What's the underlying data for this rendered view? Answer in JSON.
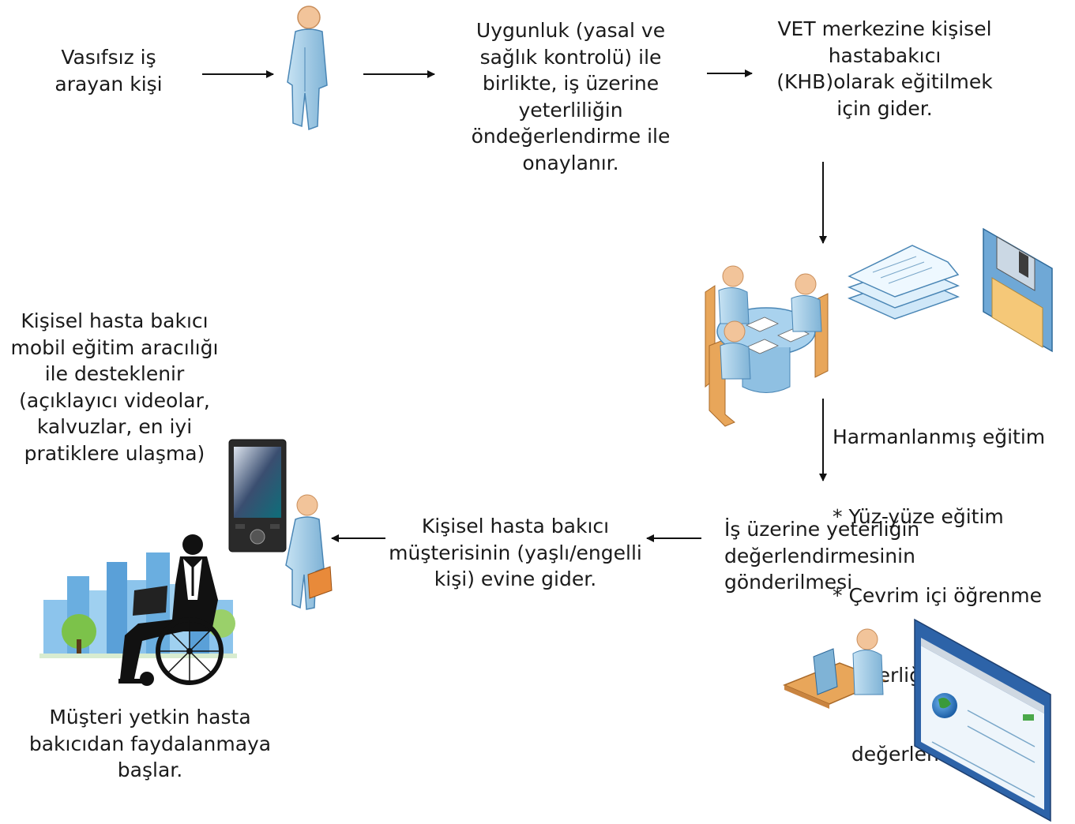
{
  "steps": {
    "job_seeker": {
      "lines": [
        "Vasıfsız iş",
        "arayan kişi"
      ]
    },
    "eligibility": {
      "lines": [
        "Uygunluk (yasal ve",
        "sağlık kontrolü) ile",
        "birlikte, iş üzerine",
        "yeterliliğin",
        "öndeğerlendirme ile",
        "onaylanır."
      ]
    },
    "vet_center": {
      "lines": [
        "VET merkezine kişisel",
        "hastabakıcı",
        "(KHB)olarak eğitilmek",
        "için gider."
      ]
    },
    "blended": {
      "lines": [
        "Harmanlanmış eğitim",
        "* Yüz-yüze eğitim",
        "* Çevrim içi öğrenme",
        "* Yeterliğin kendi-",
        "   değerlendirmesi"
      ]
    },
    "submission": {
      "lines": [
        "İş üzerine yeterliğin",
        "değerlendirmesinin",
        "gönderilmesi"
      ]
    },
    "goes_home": {
      "lines": [
        "Kişisel hasta bakıcı",
        "müşterisinin (yaşlı/engelli",
        "kişi) evine gider."
      ]
    },
    "mobile_support": {
      "lines": [
        "Kişisel hasta bakıcı",
        "mobil eğitim aracılığı",
        "ile desteklenir",
        "(açıklayıcı videolar,",
        "kalvuzlar, en iyi",
        "pratiklere ulaşma)"
      ]
    },
    "benefit": {
      "lines": [
        "Müşteri yetkin hasta",
        "bakıcıdan faydalanmaya",
        "başlar."
      ]
    }
  },
  "icons": [
    "person-icon",
    "meeting-table-icon",
    "documents-icon",
    "floppy-disk-icon",
    "computer-user-icon",
    "web-browser-icon",
    "smartphone-icon",
    "caregiver-briefcase-icon",
    "wheelchair-user-city-icon"
  ],
  "colors": {
    "figure_fill": "#9ec9e3",
    "figure_stroke": "#4a86b5",
    "skin": "#f2c49a",
    "chair": "#e8a65a",
    "arrow": "#111111"
  }
}
